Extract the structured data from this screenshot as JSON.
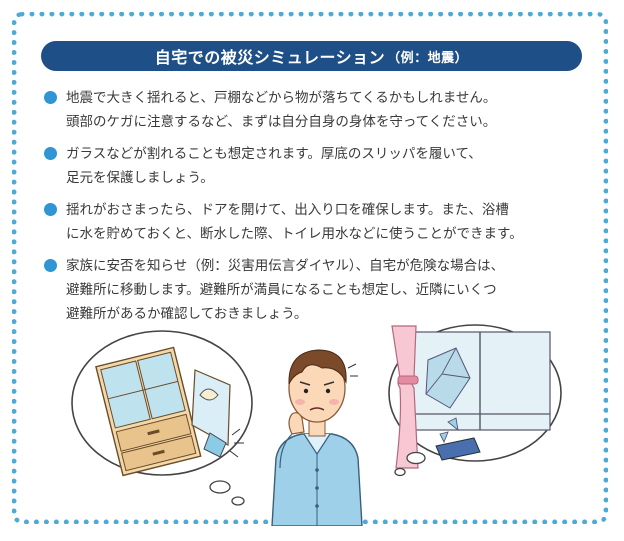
{
  "title": {
    "main": "自宅での被災シミュレーション",
    "suffix": "（例：地震）"
  },
  "bullets": [
    {
      "line1": "地震で大きく揺れると、戸棚などから物が落ちてくるかもしれません。",
      "line2": "頭部のケガに注意するなど、まずは自分自身の身体を守ってください。"
    },
    {
      "line1": "ガラスなどが割れることも想定されます。厚底のスリッパを履いて、",
      "line2": "足元を保護しましょう。"
    },
    {
      "line1": "揺れがおさまったら、ドアを開けて、出入り口を確保します。また、浴槽",
      "line2": "に水を貯めておくと、断水した際、トイレ用水などに使うことができます。"
    },
    {
      "line1": "家族に安否を知らせ（例：災害用伝言ダイヤル）、自宅が危険な場合は、",
      "line2": "避難所に移動します。避難所が満員になることも想定し、近隣にいくつ",
      "line3": "避難所があるか確認しておきましょう。"
    }
  ],
  "colors": {
    "frame_dots": "#4fa9d6",
    "title_bg": "#1e4f86",
    "bullet_dot": "#2f96d3",
    "text": "#3a3a3a"
  },
  "illustrations": {
    "left": "falling-cabinet-illustration",
    "center": "worried-man-illustration",
    "right": "broken-window-illustration"
  }
}
